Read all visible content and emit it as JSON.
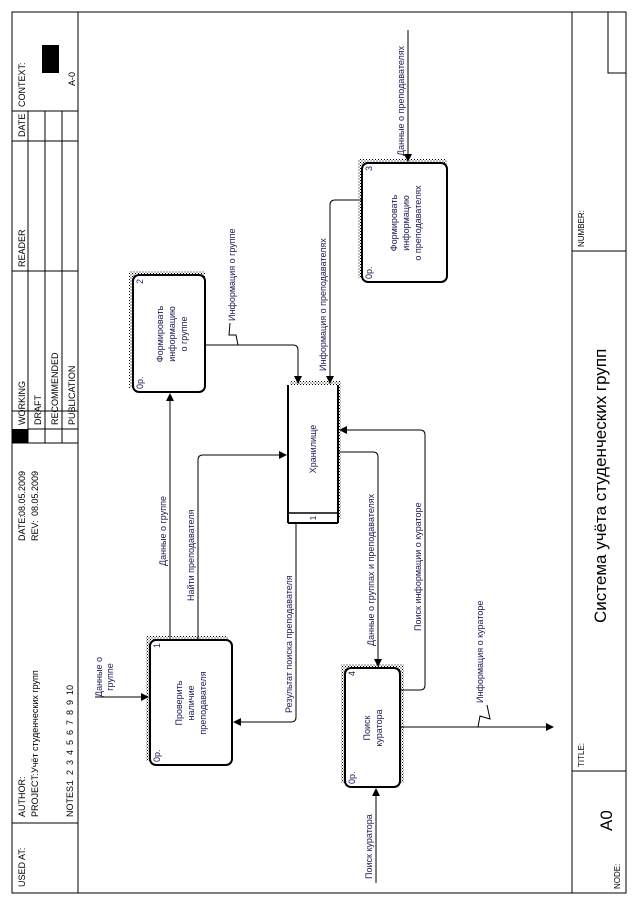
{
  "header": {
    "used_at": "USED AT:",
    "author": "AUTHOR:",
    "project_label": "PROJECT:",
    "project_value": "Учёт студенческих групп",
    "notes_label": "NOTES:",
    "notes_numbers": "1  2  3  4  5  6  7  8  9  10",
    "date_label": "DATE:",
    "date_value": "08.05.2009",
    "rev_label": "REV:",
    "rev_value": "08.05.2009",
    "working": "WORKING",
    "draft": "DRAFT",
    "recommended": "RECOMMENDED",
    "publication": "PUBLICATION",
    "reader": "READER",
    "date_col": "DATE",
    "context": "CONTEXT:",
    "context_node": "A-0"
  },
  "footer": {
    "node_label": "NODE:",
    "node_value": "A0",
    "title_label": "TITLE:",
    "title_value": "Система учёта студенческих групп",
    "number_label": "NUMBER:"
  },
  "boxes": [
    {
      "num": "1",
      "cost": "0р.",
      "lines": [
        "Проверить",
        "наличие",
        "преподавателя"
      ]
    },
    {
      "num": "2",
      "cost": "0р.",
      "lines": [
        "Формировать",
        "информацию",
        "о группе"
      ]
    },
    {
      "num": "3",
      "cost": "0р.",
      "lines": [
        "Формировать",
        "информацию",
        "о преподавателях"
      ]
    },
    {
      "num": "4",
      "cost": "0р.",
      "lines": [
        "Поиск",
        "куратора"
      ]
    },
    {
      "num": "1",
      "cost": "",
      "lines": [
        "Хранилище"
      ]
    }
  ],
  "arrows": {
    "data_group_in": [
      "Данные о",
      "группе"
    ],
    "data_group": "Данные о группе",
    "find_teacher": "Найти преподавателя",
    "info_group": "Информация о группе",
    "info_teachers": "Информация о преподавателях",
    "data_teachers_in": "Данные о преподавателях",
    "search_result": "Результат поиска преподавателя",
    "data_groups_teachers": "Данные о группах и преподавателях",
    "search_curator_info": "Поиск информации о кураторе",
    "info_curator": "Информация о кураторе",
    "search_curator": "Поиск куратора"
  }
}
